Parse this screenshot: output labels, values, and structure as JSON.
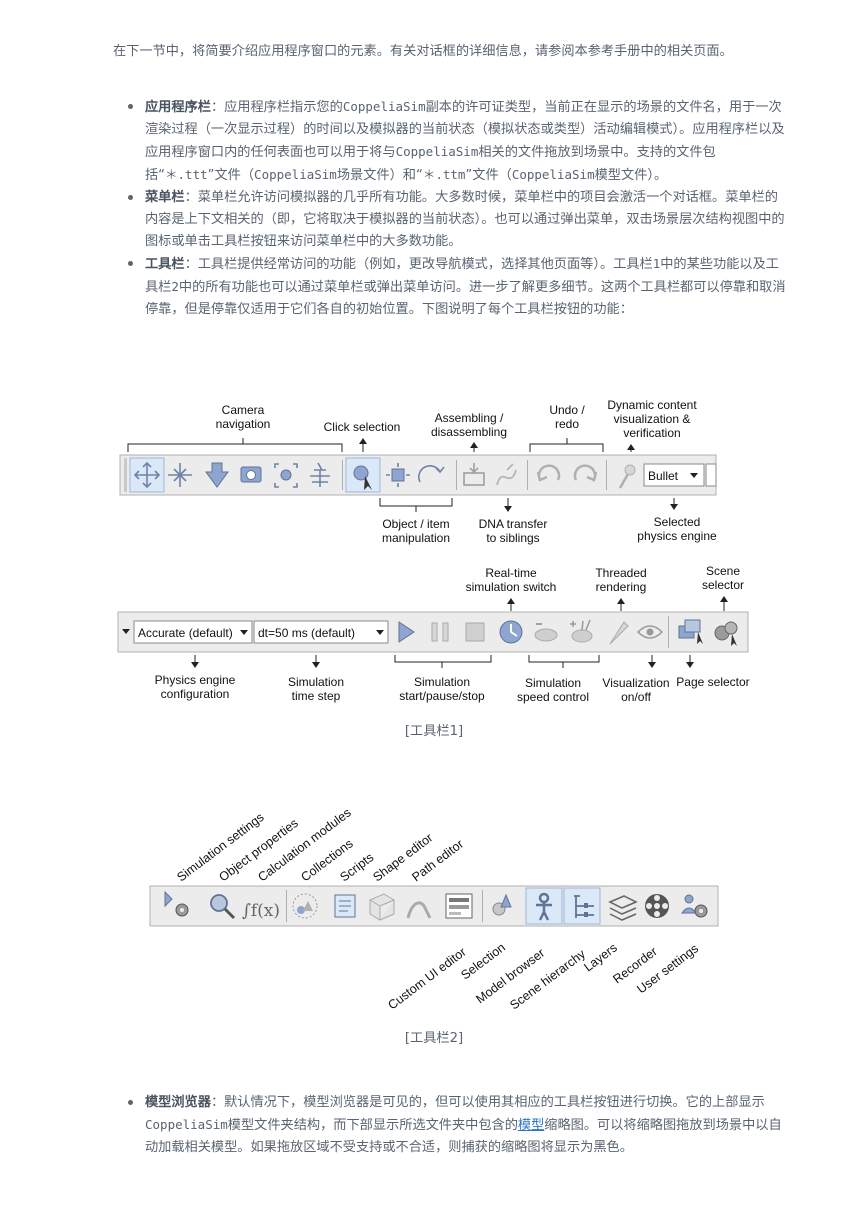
{
  "intro": "在下一节中，将简要介绍应用程序窗口的元素。有关对话框的详细信息，请参阅本参考手册中的相关页面。",
  "bullets": {
    "appbar": {
      "term": "应用程序栏",
      "text1": "：应用程序栏指示您的",
      "code1": "CoppeliaSim",
      "text2": "副本的许可证类型，当前正在显示的场景的文件名，用于一次渲染过程（一次显示过程）的时间以及模拟器的当前状态（模拟状态或类型）活动编辑模式）。应用程序栏以及应用程序窗口内的任何表面也可以用于将与",
      "code2": "CoppeliaSim",
      "text3": "相关的文件拖放到场景中。支持的文件包括“",
      "code3": "＊.ttt",
      "text4": "”文件（",
      "code4": "CoppeliaSim",
      "text5": "场景文件）和“",
      "code5": "＊.ttm",
      "text6": "”文件（",
      "code6": "CoppeliaSim",
      "text7": "模型文件）。"
    },
    "menubar": {
      "term": "菜单栏",
      "text": "：菜单栏允许访问模拟器的几乎所有功能。大多数时候，菜单栏中的项目会激活一个对话框。菜单栏的内容是上下文相关的（即，它将取决于模拟器的当前状态）。也可以通过弹出菜单，双击场景层次结构视图中的图标或单击工具栏按钮来访问菜单栏中的大多数功能。"
    },
    "toolbar": {
      "term": "工具栏",
      "text1": "：工具栏提供经常访问的功能（例如，更改导航模式，选择其他页面等）。工具栏",
      "code1": "1",
      "text2": "中的某些功能以及工具栏",
      "code2": "2",
      "text3": "中的所有功能也可以通过菜单栏或弹出菜单访问。进一步了解更多细节。这两个工具栏都可以停靠和取消停靠，但是停靠仅适用于它们各自的初始位置。下图说明了每个工具栏按钮的功能："
    },
    "modelbrowser": {
      "term": "模型浏览器",
      "text1": "：默认情况下，模型浏览器是可见的，但可以使用其相应的工具栏按钮进行切换。它的上部显示",
      "code1": "CoppeliaSim",
      "text2": "模型文件夹结构，而下部显示所选文件夹中包含的",
      "link": "模型",
      "text3": "缩略图。可以将缩略图拖放到场景中以自动加载相关模型。如果拖放区域不受支持或不合适，则捕获的缩略图将显示为黑色。"
    }
  },
  "figure1": {
    "top": {
      "camera_l1": "Camera",
      "camera_l2": "navigation",
      "click": "Click selection",
      "assembling_l1": "Assembling /",
      "assembling_l2": "disassembling",
      "undo_l1": "Undo /",
      "undo_l2": "redo",
      "dynamic_l1": "Dynamic content",
      "dynamic_l2": "visualization &",
      "dynamic_l3": "verification",
      "object_l1": "Object / item",
      "object_l2": "manipulation",
      "dna_l1": "DNA transfer",
      "dna_l2": "to siblings",
      "physics_l1": "Selected",
      "physics_l2": "physics engine",
      "bullet": "Bullet"
    },
    "bottom": {
      "accurate": "Accurate (default)",
      "dt": "dt=50 ms (default)",
      "realtime_l1": "Real-time",
      "realtime_l2": "simulation switch",
      "threaded_l1": "Threaded",
      "threaded_l2": "rendering",
      "scene_l1": "Scene",
      "scene_l2": "selector",
      "physcfg_l1": "Physics engine",
      "physcfg_l2": "configuration",
      "timestep_l1": "Simulation",
      "timestep_l2": "time step",
      "startstop_l1": "Simulation",
      "startstop_l2": "start/pause/stop",
      "speed_l1": "Simulation",
      "speed_l2": "speed control",
      "vis_l1": "Visualization",
      "vis_l2": "on/off",
      "page": "Page selector"
    },
    "caption": "[工具栏1]"
  },
  "figure2": {
    "top_labels": [
      "Simulation settings",
      "Object properties",
      "Calculation modules",
      "Collections",
      "Scripts",
      "Shape editor",
      "Path editor"
    ],
    "bottom_labels": [
      "Custom UI editor",
      "Selection",
      "Model browser",
      "Scene hierarchy",
      "Layers",
      "Recorder",
      "User settings"
    ],
    "caption": "[工具栏2]"
  },
  "colors": {
    "text": "#5a6470",
    "link": "#2b74c7",
    "button_active": "#dbe8f8"
  }
}
